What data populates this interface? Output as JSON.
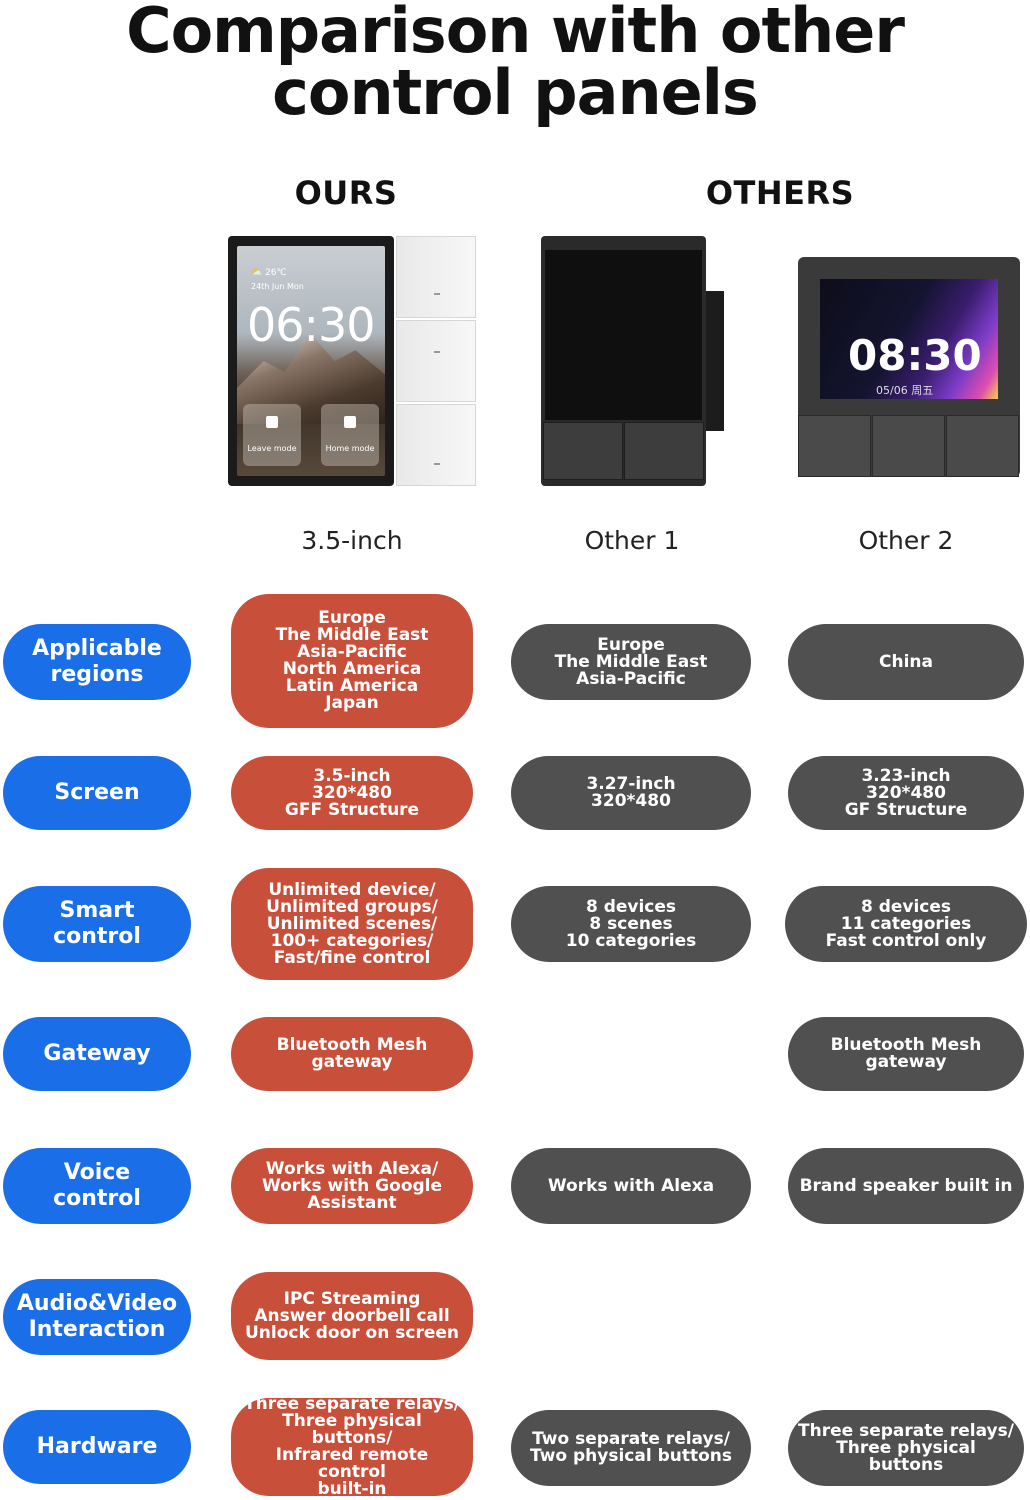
{
  "title": {
    "line1": "Comparison with other",
    "line2": "control panels"
  },
  "headers": {
    "ours": "OURS",
    "others": "OTHERS"
  },
  "products": {
    "ours": {
      "label": "3.5-inch",
      "screen": {
        "temp": "26℃",
        "date": "24th Jun  Mon",
        "time": "06:30",
        "mode_left": "Leave mode",
        "mode_right": "Home mode"
      }
    },
    "other1": {
      "label": "Other 1"
    },
    "other2": {
      "label": "Other 2",
      "screen": {
        "time": "08:30",
        "date": "05/06 周五"
      }
    }
  },
  "rows": [
    {
      "category": "Applicable\nregions",
      "ours": "Europe\nThe Middle East\nAsia-Pacific\nNorth America\nLatin America\nJapan",
      "other1": "Europe\nThe Middle East\nAsia-Pacific",
      "other2": "China"
    },
    {
      "category": "Screen",
      "ours": "3.5-inch\n320*480\nGFF Structure",
      "other1": "3.27-inch\n320*480",
      "other2": "3.23-inch\n320*480\nGF Structure"
    },
    {
      "category": "Smart\ncontrol",
      "ours": "Unlimited device/\nUnlimited groups/\nUnlimited scenes/\n100+ categories/\nFast/fine control",
      "other1": "8 devices\n8 scenes\n10 categories",
      "other2": "8 devices\n11 categories\nFast control only"
    },
    {
      "category": "Gateway",
      "ours": "Bluetooth Mesh\ngateway",
      "other1": "",
      "other2": "Bluetooth Mesh\ngateway"
    },
    {
      "category": "Voice\ncontrol",
      "ours": "Works with Alexa/\nWorks with Google\nAssistant",
      "other1": "Works with Alexa",
      "other2": "Brand speaker built in"
    },
    {
      "category": "Audio&Video\nInteraction",
      "ours": "IPC Streaming\nAnswer doorbell call\nUnlock door on screen",
      "other1": "",
      "other2": ""
    },
    {
      "category": "Hardware",
      "ours": "Three separate relays/\nThree physical buttons/\nInfrared remote control\nbuilt-in",
      "other1": "Two separate relays/\nTwo physical buttons",
      "other2": "Three separate relays/\nThree physical buttons"
    }
  ],
  "colors": {
    "category": "#1a6fe8",
    "ours": "#c8503b",
    "others": "#505050"
  }
}
